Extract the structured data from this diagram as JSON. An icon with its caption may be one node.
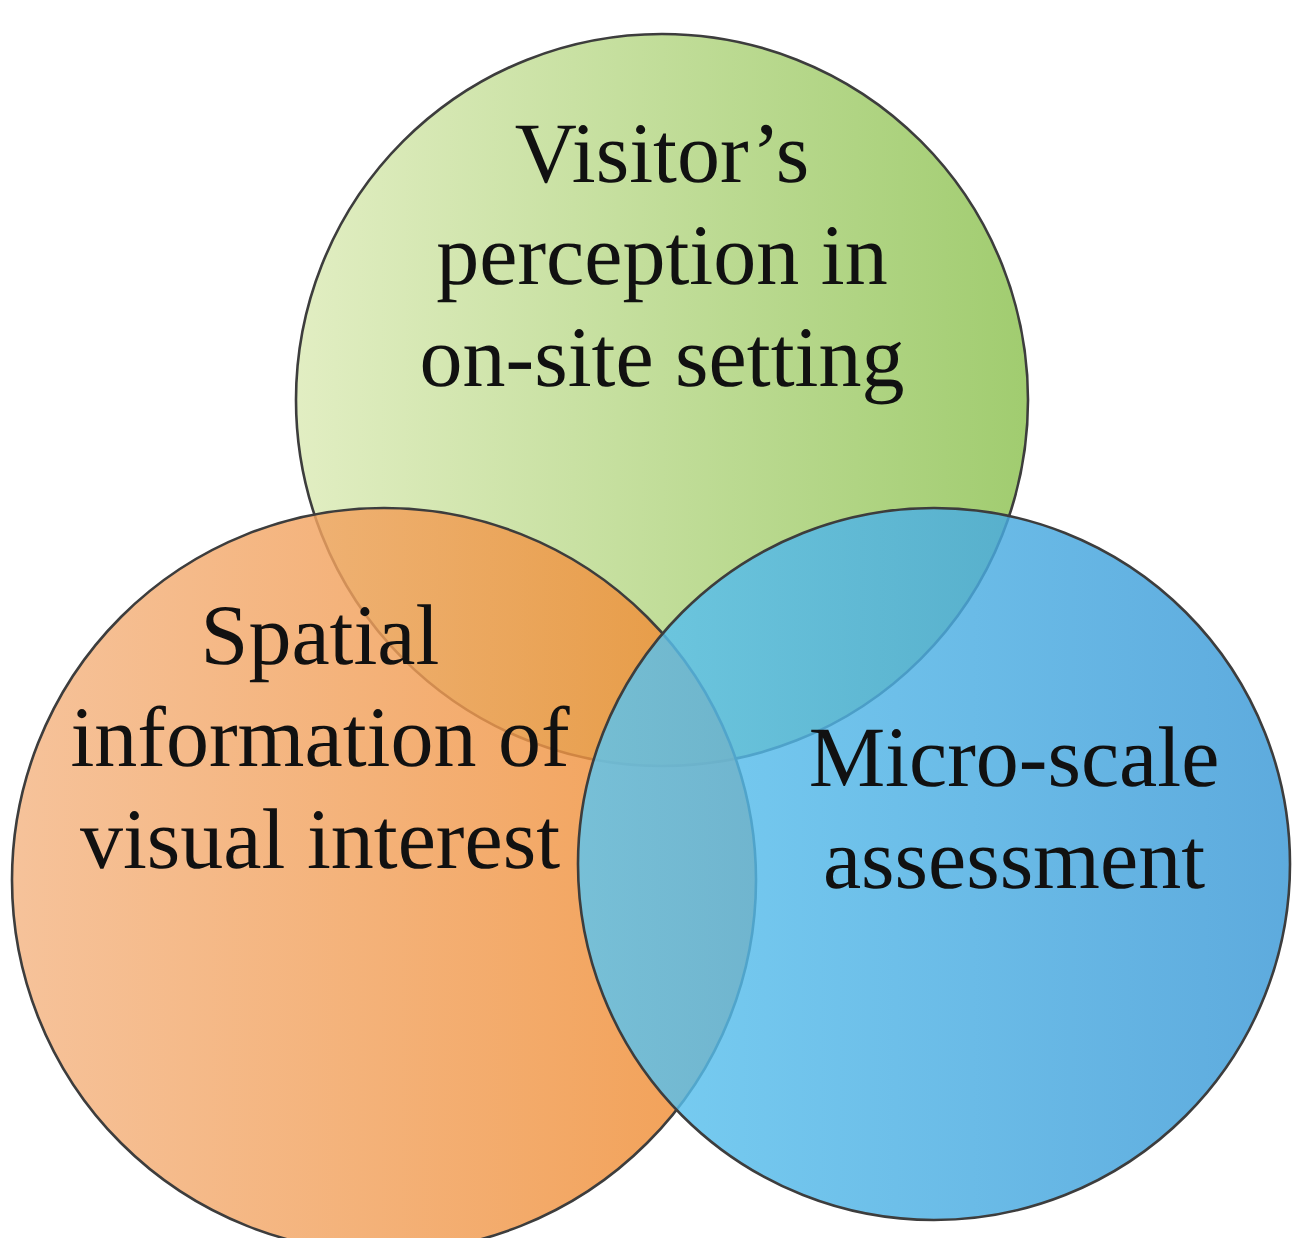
{
  "diagram": {
    "nodes": [
      {
        "text": [
          "Visitor’s perception in on-site setting"
        ]
      },
      {
        "text": [
          "Spatial information of visual interest"
        ]
      },
      {
        "text": [
          "Micro-scale assessment"
        ]
      }
    ],
    "edges": []
  }
}
